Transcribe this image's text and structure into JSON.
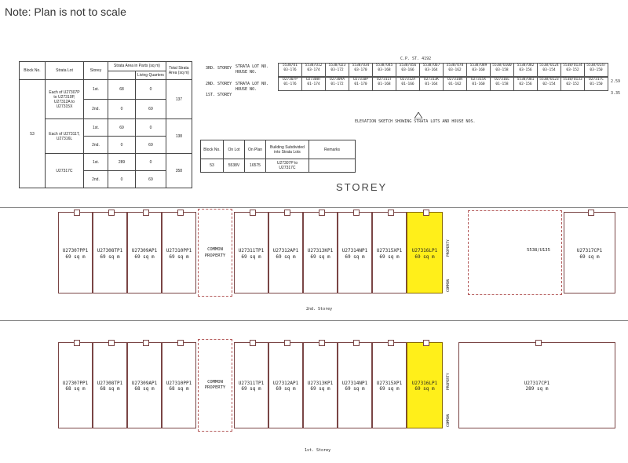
{
  "note": "Note: Plan is not to scale",
  "strata_table": {
    "headers": [
      "Block No.",
      "Strata Lot",
      "Storey",
      "Strata Area in Parts (sq m)",
      "",
      "Total Strata Area (sq m)"
    ],
    "living_quarters": "Living Quarters",
    "block_no": "53",
    "groups": [
      {
        "lot": "Each of U27307P to U27310P, U27312A to U27315X",
        "rows": [
          [
            "1st.",
            "68",
            "0"
          ],
          [
            "2nd.",
            "0",
            "69"
          ]
        ],
        "total": "137"
      },
      {
        "lot": "Each of U27311T, U27316L",
        "rows": [
          [
            "1st.",
            "69",
            "0"
          ],
          [
            "2nd.",
            "0",
            "69"
          ]
        ],
        "total": "138"
      },
      {
        "lot": "U27317C",
        "rows": [
          [
            "1st.",
            "289",
            "0"
          ],
          [
            "2nd.",
            "0",
            "69"
          ]
        ],
        "total": "358"
      }
    ]
  },
  "block_table": {
    "headers": [
      "Block No.",
      "On Lot",
      "On Plan",
      "Building Subdivided into Strata Lots",
      "Remarks"
    ],
    "row": [
      "53",
      "5538V",
      "16575",
      "U27307P to U27317C",
      ""
    ]
  },
  "elevation": {
    "cp": "C.P. ST. 4192",
    "row_labels": [
      "3RD. STOREY",
      "2ND. STOREY",
      "1ST. STOREY"
    ],
    "sub_labels": [
      "STRATA LOT NO.",
      "HOUSE NO.",
      "STRATA LOT NO.",
      "HOUSE NO."
    ],
    "third_lots": [
      "5538/U1",
      "5538/U12",
      "5538/U23",
      "5538/U34",
      "5538/U45",
      "5538/U56",
      "5538/U67",
      "5538/U78",
      "5538/U89",
      "5538/U100"
    ],
    "third_houses": [
      "03-176",
      "03-174",
      "03-172",
      "03-170",
      "03-168",
      "03-166",
      "03-164",
      "03-162",
      "03-160",
      "03-158"
    ],
    "second_lots": [
      "U27307P",
      "U27308T",
      "U27309A",
      "U27310P",
      "U27311T",
      "U27312A",
      "U27313K",
      "U27314N",
      "U27315X",
      "U27316L"
    ],
    "second_houses": [
      "01-176",
      "01-174",
      "01-172",
      "01-170",
      "01-168",
      "01-166",
      "01-164",
      "01-162",
      "01-160",
      "01-158"
    ],
    "right_third_lots": [
      "5538/U82",
      "5538/U124",
      "5538/U134",
      "5538/U147"
    ],
    "right_third_houses": [
      "03-156",
      "03-154",
      "03-152",
      "03-150"
    ],
    "right_second_lots": [
      "5538/U81",
      "5538/U123",
      "5538/U133",
      "U27317C"
    ],
    "right_second_houses": [
      "02-156",
      "02-154",
      "02-152",
      "01-150"
    ],
    "dims": [
      "2.59",
      "3.35"
    ],
    "caption": "ELEVATION SKETCH SHOWING STRATA LOTS AND HOUSE NOS."
  },
  "storey_title": "STOREY",
  "plan2": {
    "units_left": [
      [
        "U27307PP1",
        "69 sq m"
      ],
      [
        "U27308TP1",
        "69 sq m"
      ],
      [
        "U27309AP1",
        "69 sq m"
      ],
      [
        "U27310PP1",
        "69 sq m"
      ]
    ],
    "common": "COMMON PROPERTY",
    "units_mid": [
      [
        "U27311TP1",
        "69 sq m"
      ],
      [
        "U27312AP1",
        "69 sq m"
      ],
      [
        "U27313KP1",
        "69 sq m"
      ],
      [
        "U27314NP1",
        "69 sq m"
      ],
      [
        "U27315XP1",
        "69 sq m"
      ]
    ],
    "highlight": [
      "U27316LP1",
      "69 sq m"
    ],
    "property": "PROPERTY",
    "common_vert": "COMMON",
    "right_label": "5538/U135",
    "unit_right": [
      "U27317CP1",
      "69 sq m"
    ],
    "caption": "2nd. Storey"
  },
  "plan1": {
    "units_left": [
      [
        "U27307PP1",
        "68 sq m"
      ],
      [
        "U27308TP1",
        "68 sq m"
      ],
      [
        "U27309AP1",
        "68 sq m"
      ],
      [
        "U27310PP1",
        "68 sq m"
      ]
    ],
    "common": "COMMON PROPERTY",
    "units_mid": [
      [
        "U27311TP1",
        "69 sq m"
      ],
      [
        "U27312AP1",
        "69 sq m"
      ],
      [
        "U27313KP1",
        "69 sq m"
      ],
      [
        "U27314NP1",
        "69 sq m"
      ],
      [
        "U27315XP1",
        "69 sq m"
      ]
    ],
    "highlight": [
      "U27316LP1",
      "69 sq m"
    ],
    "property": "PROPERTY",
    "common_vert": "COMMON",
    "unit_right": [
      "U27317CP1",
      "289 sq m"
    ],
    "caption": "1st. Storey"
  },
  "colors": {
    "highlight": "#ffef1a",
    "wall": "#7a4545",
    "dashed": "#b45a5a"
  }
}
